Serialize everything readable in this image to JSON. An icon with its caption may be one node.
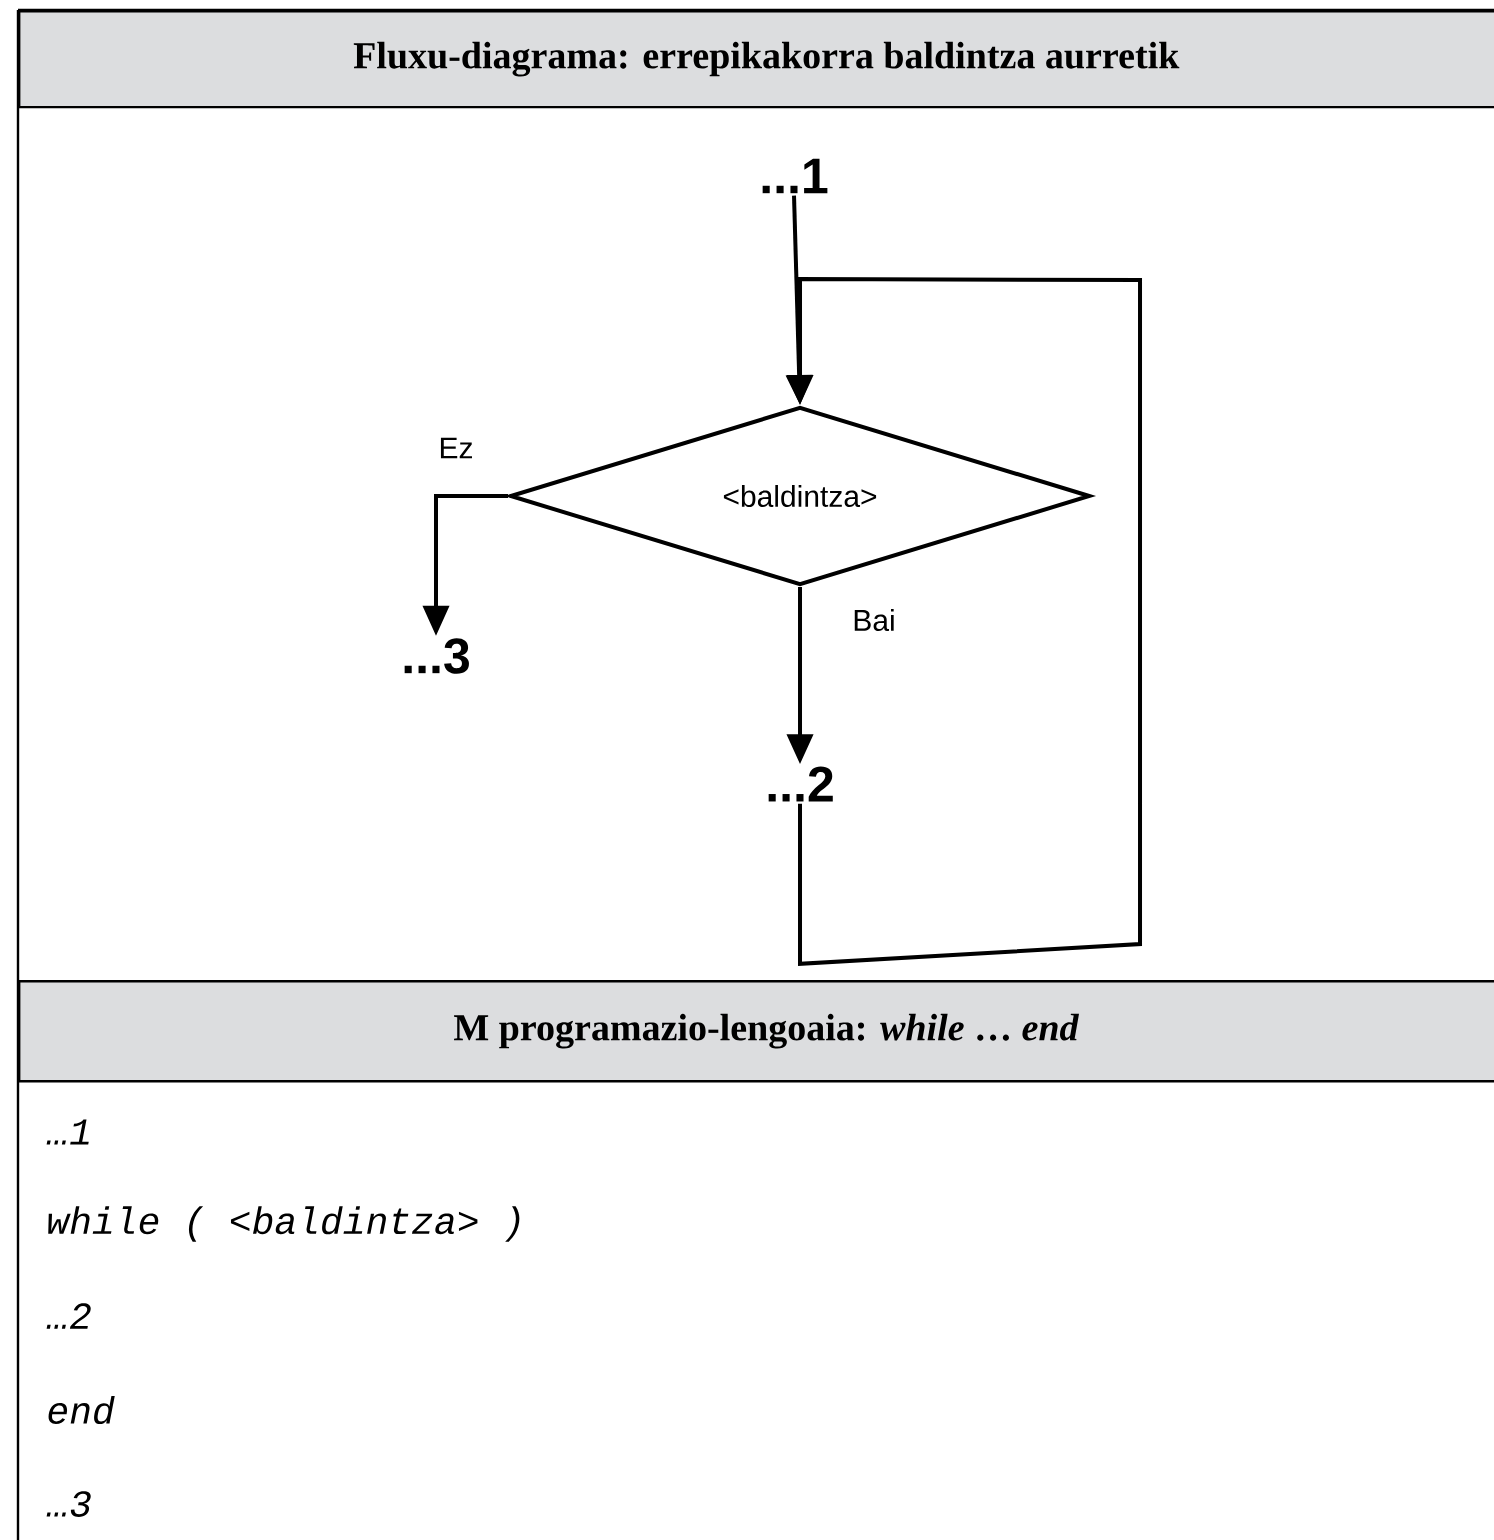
{
  "diagram": {
    "title": "Fluxu-diagrama: errepikakorra baldintza aurretik",
    "nodes": [
      {
        "text": [
          "...1"
        ]
      },
      {
        "text": [
          "<baldintza>"
        ]
      },
      {
        "text": [
          "...3"
        ]
      },
      {
        "text": [
          "...2"
        ]
      }
    ],
    "edges": [
      {
        "from": 0,
        "to": 1,
        "arrow": "to"
      },
      {
        "from": 1,
        "to": 2,
        "arrow": "to",
        "label": "Ez"
      },
      {
        "from": 1,
        "to": 3,
        "arrow": "to",
        "label": "Bai"
      },
      {
        "from": 3,
        "to": 1,
        "arrow": "to"
      }
    ],
    "labels": [
      "M programazio-lengoaia: *while* … *end*",
      "…1",
      "while ( <baldintza> )",
      "…2",
      "end",
      "…3"
    ]
  }
}
